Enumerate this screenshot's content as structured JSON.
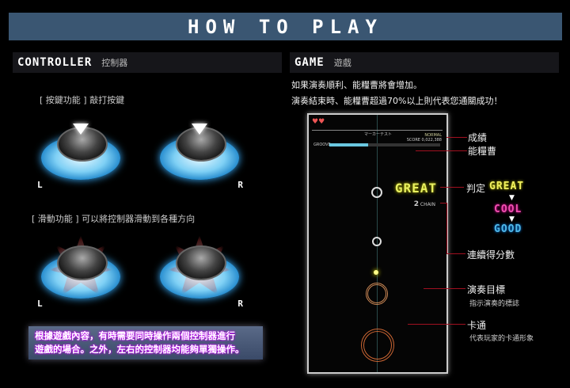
{
  "banner": {
    "title": "HOW TO PLAY"
  },
  "controller": {
    "title_en": "CONTROLLER",
    "title_zh": "控制器",
    "button_caption": "[ 按鍵功能 ] 敲打按鍵",
    "slide_caption": "[ 滑動功能 ] 可以將控制器滑動到各種方向",
    "left": "L",
    "right": "R",
    "note_line1": "根據遊戲內容，有時需要同時操作兩個控制器進行",
    "note_line2": "遊戲的場合。之外，左右的控制器均能夠單獨操作。"
  },
  "game": {
    "title_en": "GAME",
    "title_zh": "遊戲",
    "desc_line1": "如果演奏順利、能糧曹將會增加。",
    "desc_line2": "演奏結束時、能糧曹超過70%以上則代表您通關成功！",
    "screen": {
      "song": "マーカーテスト",
      "difficulty": "NORMAL",
      "score": "SCORE 0,022,388",
      "gauge_label": "GROOVE",
      "gauge_percent": 35,
      "judge": "GREAT",
      "combo": "2",
      "combo_label": "CHAIN"
    },
    "labels": {
      "score": "成績",
      "gauge": "能糧曹",
      "judge": "判定",
      "combo": "連續得分數",
      "target": "演奏目標",
      "target_sub": "指示演奏的標誌",
      "avatar": "卡通",
      "avatar_sub": "代表玩家的卡通形象"
    },
    "judges": [
      "GREAT",
      "COOL",
      "GOOD"
    ],
    "colors": {
      "great": "#f0f060",
      "cool": "#f050b0",
      "good": "#50b8e8"
    }
  }
}
